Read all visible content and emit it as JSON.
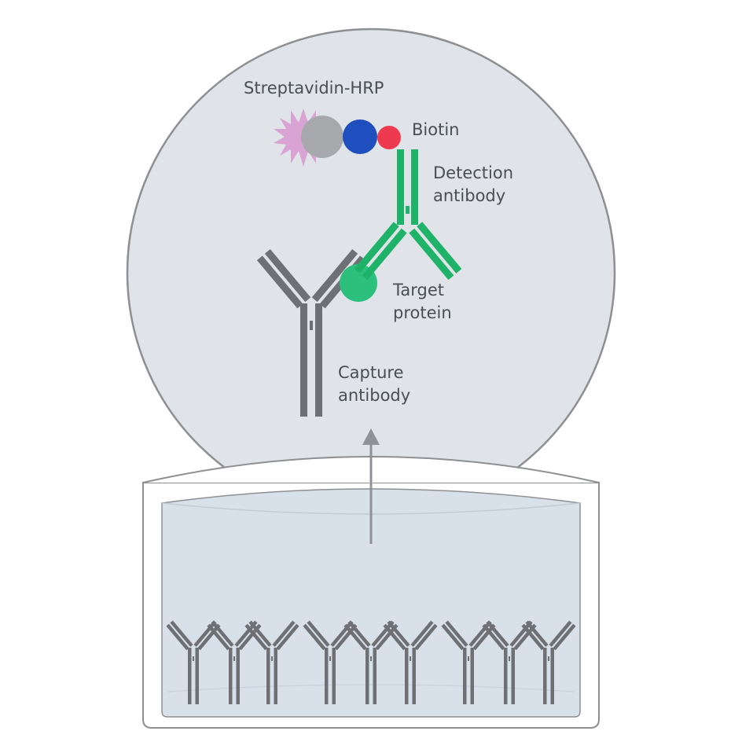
{
  "labels": {
    "streptavidin": "Streptavidin-HRP",
    "biotin": "Biotin",
    "detection_line1": "Detection",
    "detection_line2": "antibody",
    "target_line1": "Target",
    "target_line2": "protein",
    "capture_line1": "Capture",
    "capture_line2": "antibody"
  },
  "colors": {
    "bubble_fill": "#e0e3e8",
    "outline": "#8d8f93",
    "capture_antibody": "#6e7073",
    "detection_antibody": "#1fb36a",
    "target_protein": "#2cc07c",
    "hrp_gray": "#a6a8ab",
    "streptavidin_blue": "#1f4fbe",
    "biotin_red": "#ee3a4f",
    "hrp_burst": "#d9a3d4",
    "well_liquid": "#d8e1ea"
  },
  "icons": {
    "hrp_signal": "starburst-icon",
    "zoom_arrow": "arrow-up-icon"
  }
}
